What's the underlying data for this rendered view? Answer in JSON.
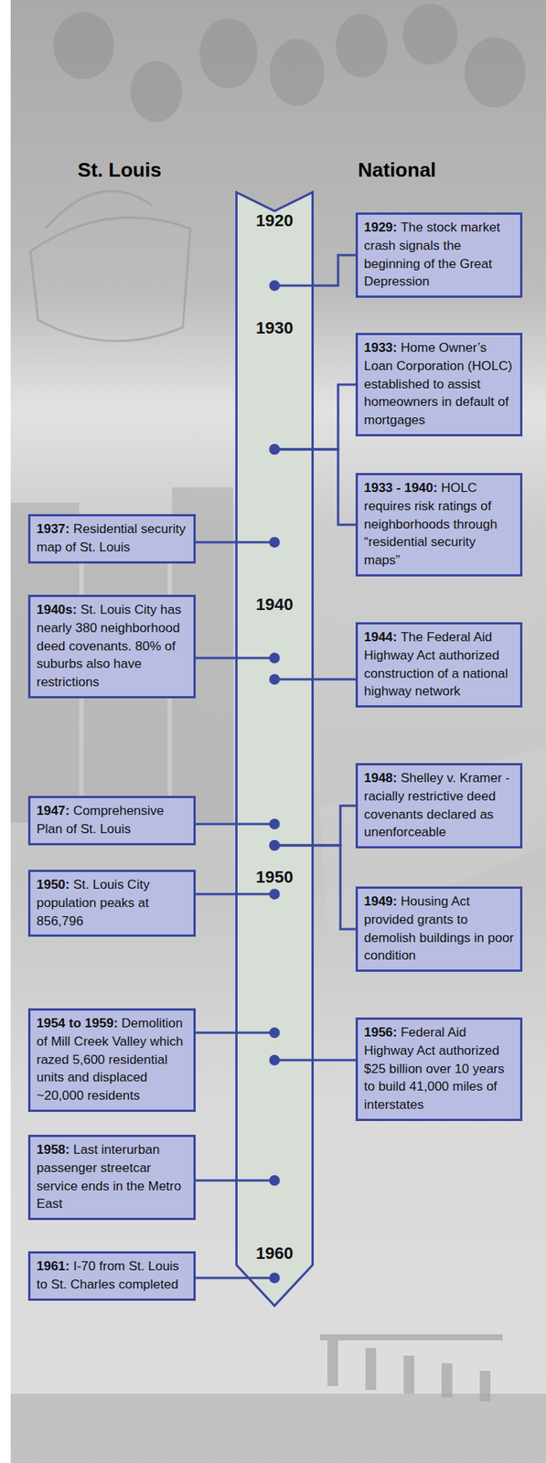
{
  "diagram": {
    "nodes": [
      {
        "text": [
          "1920",
          "1930",
          "1940",
          "1950",
          "1960"
        ]
      },
      {
        "text": [
          "1929:",
          "The stock market crash signals the beginning of the Great Depression"
        ]
      },
      {
        "text": [
          "1933:",
          "Home Owner’s Loan Corporation (HOLC) established to assist homeowners in default of mortgages"
        ]
      },
      {
        "text": [
          "1933 - 1940:",
          "HOLC requires risk ratings of neighborhoods through “residential security maps”"
        ]
      },
      {
        "text": [
          "1937:",
          "Residential security map of St. Louis"
        ]
      },
      {
        "text": [
          "1940s:",
          "St. Louis City has nearly 380 neighborhood deed covenants. 80% of suburbs also have restrictions"
        ]
      },
      {
        "text": [
          "1944:",
          "The Federal Aid Highway Act authorized construction of a national highway network"
        ]
      },
      {
        "text": [
          "1948:",
          "Shelley v. Kramer - racially restrictive deed covenants declared as unenforceable"
        ]
      },
      {
        "text": [
          "1947:",
          "Comprehensive Plan of St. Louis"
        ]
      },
      {
        "text": [
          "1950:",
          "St. Louis City population peaks at 856,796"
        ]
      },
      {
        "text": [
          "1949:",
          "Housing Act provided grants to demolish buildings in poor condition"
        ]
      },
      {
        "text": [
          "1954 to 1959:",
          "Demolition of Mill Creek Valley which razed 5,600 residential units and displaced ~20,000 residents"
        ]
      },
      {
        "text": [
          "1956:",
          "Federal Aid Highway Act authorized $25 billion over 10 years to build 41,000 miles of interstates"
        ]
      },
      {
        "text": [
          "1958:",
          "Last interurban passenger streetcar service ends in the Metro East"
        ]
      },
      {
        "text": [
          "1961:",
          "I-70 from St. Louis to St. Charles completed"
        ]
      }
    ],
    "edges": [
      {
        "from": 1,
        "to": 0,
        "arrow": "none"
      },
      {
        "from": 2,
        "to": 0,
        "arrow": "none"
      },
      {
        "from": 3,
        "to": 0,
        "arrow": "none"
      },
      {
        "from": 4,
        "to": 0,
        "arrow": "none"
      },
      {
        "from": 5,
        "to": 0,
        "arrow": "none"
      },
      {
        "from": 6,
        "to": 0,
        "arrow": "none"
      },
      {
        "from": 7,
        "to": 0,
        "arrow": "none"
      },
      {
        "from": 8,
        "to": 0,
        "arrow": "none"
      },
      {
        "from": 9,
        "to": 0,
        "arrow": "none"
      },
      {
        "from": 10,
        "to": 0,
        "arrow": "none"
      },
      {
        "from": 11,
        "to": 0,
        "arrow": "none"
      },
      {
        "from": 12,
        "to": 0,
        "arrow": "none"
      },
      {
        "from": 13,
        "to": 0,
        "arrow": "none"
      },
      {
        "from": 14,
        "to": 0,
        "arrow": "none"
      }
    ],
    "labels": [
      "St. Louis",
      "National"
    ]
  }
}
